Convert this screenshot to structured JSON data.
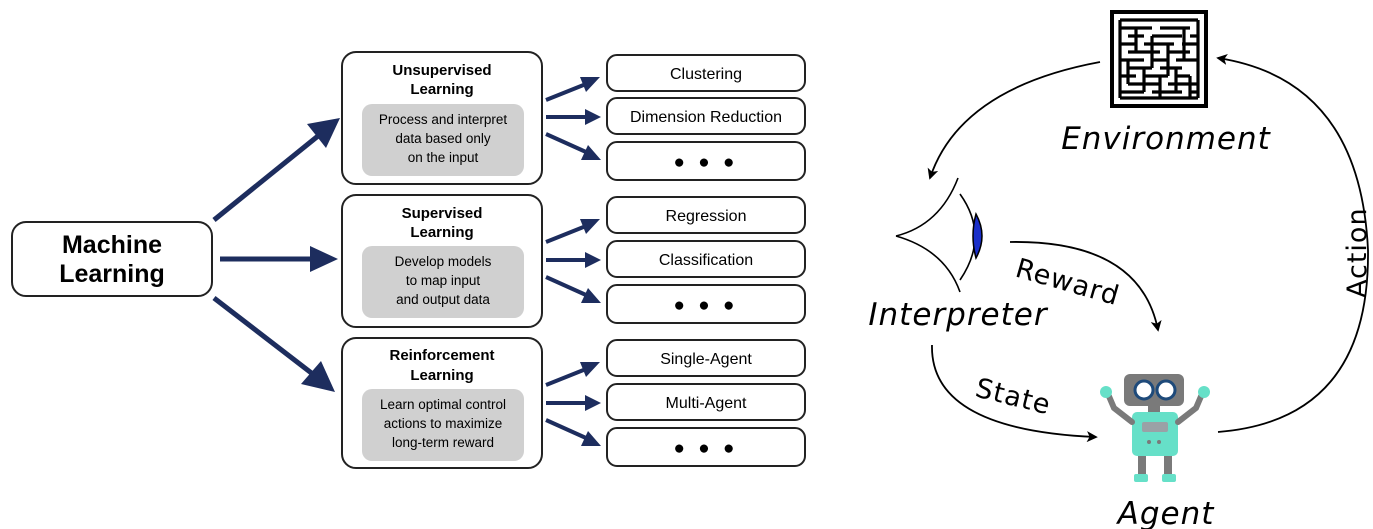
{
  "root": {
    "line1": "Machine",
    "line2": "Learning"
  },
  "categories": [
    {
      "title1": "Unsupervised",
      "title2": "Learning",
      "desc": [
        "Process and interpret",
        "data based only",
        "on the input"
      ],
      "leaves": [
        "Clustering",
        "Dimension Reduction",
        "● ● ●"
      ]
    },
    {
      "title1": "Supervised",
      "title2": "Learning",
      "desc": [
        "Develop models",
        "to map input",
        "and output data"
      ],
      "leaves": [
        "Regression",
        "Classification",
        "● ● ●"
      ]
    },
    {
      "title1": "Reinforcement",
      "title2": "Learning",
      "desc": [
        "Learn optimal control",
        "actions to maximize",
        "long-term reward"
      ],
      "leaves": [
        "Single-Agent",
        "Multi-Agent",
        "● ● ●"
      ]
    }
  ],
  "rl_cycle": {
    "environment": "Environment",
    "interpreter": "Interpreter",
    "agent": "Agent",
    "reward": "Reward",
    "state": "State",
    "action": "Action"
  },
  "icons": [
    "maze-icon",
    "eye-icon",
    "robot-icon"
  ],
  "colors": {
    "arrow": "#1d2d5e",
    "desc_fill": "#d0d0d0",
    "eye_iris": "#1a2fc9",
    "robot_body": "#66e0c8"
  }
}
